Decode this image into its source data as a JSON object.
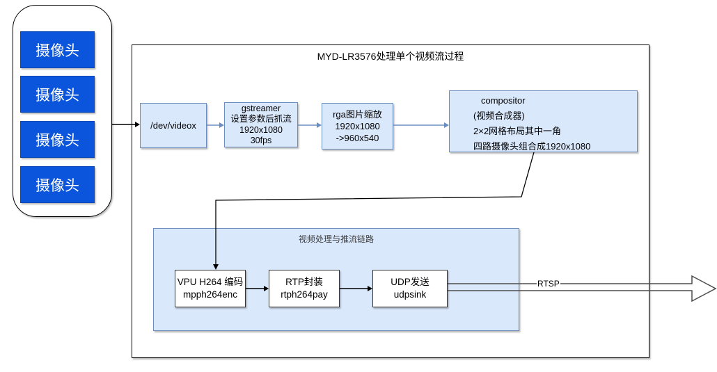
{
  "colors": {
    "camera_blue": "#0b55dc",
    "light_blue_fill": "#dae8fc",
    "blue_border": "#6c8ebf",
    "connector_black": "#000000",
    "block_arrow_gray": "#4d4d4d"
  },
  "camera_group": {
    "cameras": [
      "摄像头",
      "摄像头",
      "摄像头",
      "摄像头"
    ]
  },
  "main_box": {
    "title": "MYD-LR3576处理单个视频流过程"
  },
  "pipeline": {
    "dev_video_label": "/dev/videox",
    "gstreamer_lines": [
      "gstreamer",
      "设置参数后抓流",
      "1920x1080",
      "30fps"
    ],
    "rga_lines": [
      "rga图片缩放",
      "1920x1080",
      "->960x540"
    ],
    "compositor_lines": [
      "compositor",
      "(视频合成器)",
      "2×2网格布局其中一角",
      "四路摄像头组合成1920x1080"
    ]
  },
  "stream_section": {
    "title": "视频处理与推流链路",
    "vpu_lines": [
      "VPU H264 编码",
      "mpph264enc"
    ],
    "rtp_lines": [
      "RTP封装",
      "rtph264pay"
    ],
    "udp_lines": [
      "UDP发送",
      "udpsink"
    ]
  },
  "output": {
    "label": "RTSP"
  }
}
